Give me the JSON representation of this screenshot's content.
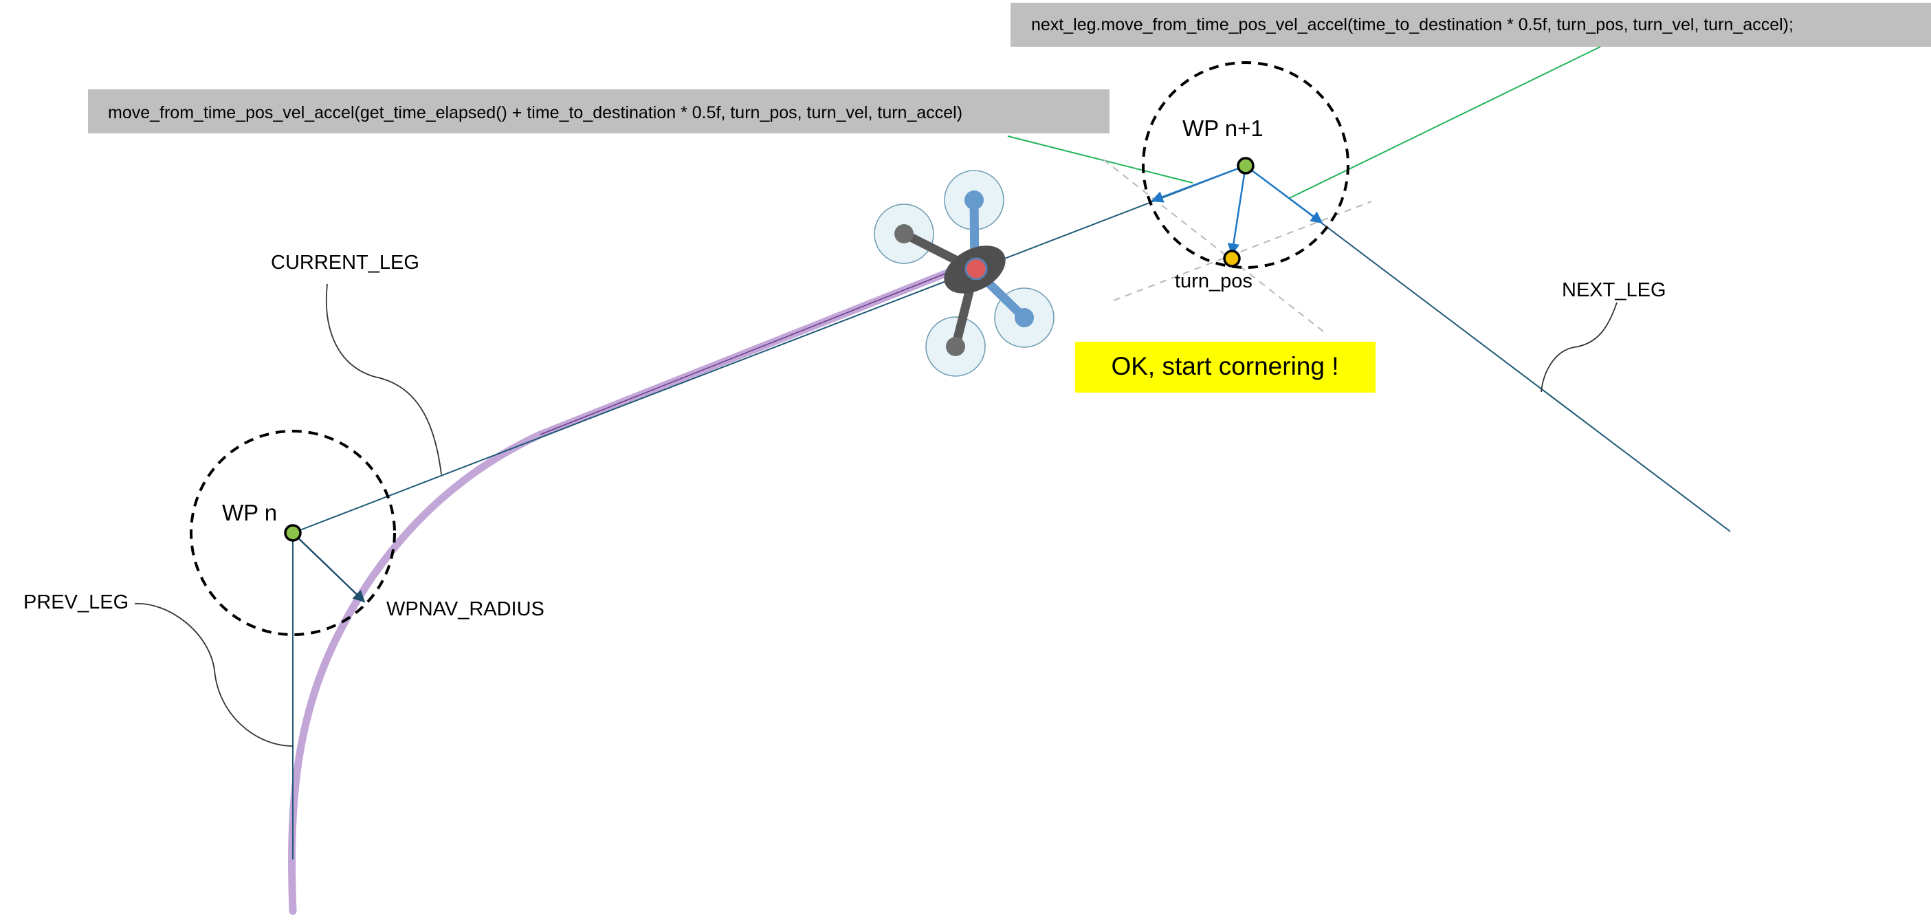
{
  "code_boxes": {
    "next_leg": "next_leg.move_from_time_pos_vel_accel(time_to_destination * 0.5f, turn_pos, turn_vel, turn_accel);",
    "current_leg": "move_from_time_pos_vel_accel(get_time_elapsed() + time_to_destination * 0.5f, turn_pos, turn_vel, turn_accel)"
  },
  "labels": {
    "wp_n": "WP n",
    "wp_n1": "WP n+1",
    "current_leg": "CURRENT_LEG",
    "prev_leg": "PREV_LEG",
    "next_leg": "NEXT_LEG",
    "wpnav_radius": "WPNAV_RADIUS",
    "turn_pos": "turn_pos"
  },
  "callout": "OK, start cornering !",
  "colors": {
    "code_box_bg": "#bfbfbf",
    "callout_bg": "#ffff00",
    "path": "#c3a6d8",
    "leg_line": "#1f5a78",
    "arrow": "#1f78c8",
    "code_pointer": "#22b45a",
    "waypoint": "#8bc34a",
    "turn_pos": "#f2c200",
    "drone_body": "#595959",
    "rotor_grey": "#6e6e6e",
    "rotor_blue": "#6699cc",
    "rotor_disk": "#e8f3f7"
  }
}
